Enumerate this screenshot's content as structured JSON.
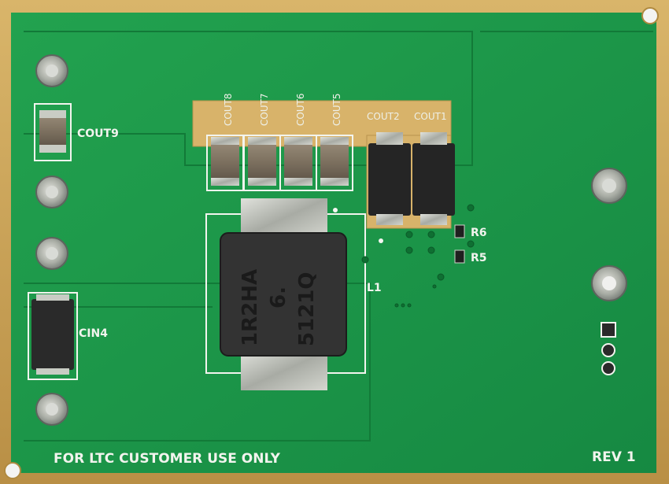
{
  "board": {
    "footer_text": "FOR LTC CUSTOMER USE ONLY",
    "revision": "REV 1",
    "labels": {
      "cout9": "COUT9",
      "cin4": "CIN4",
      "l1": "L1",
      "r6": "R6",
      "r5": "R5",
      "cout8": "COUT8",
      "cout7": "COUT7",
      "cout6": "COUT6",
      "cout5": "COUT5",
      "cout2": "COUT2",
      "cout1": "COUT1"
    },
    "inductor_marking": {
      "line1": "1R2HA",
      "line2": "6.",
      "line3": "5121Q"
    }
  },
  "colors": {
    "pcb_green": "#1d9a4a",
    "pcb_edge_gold": "#c9a75a",
    "silkscreen": "#f2f4ee",
    "pad_gold": "#d8b36a",
    "component_dark": "#2b2b2b"
  }
}
